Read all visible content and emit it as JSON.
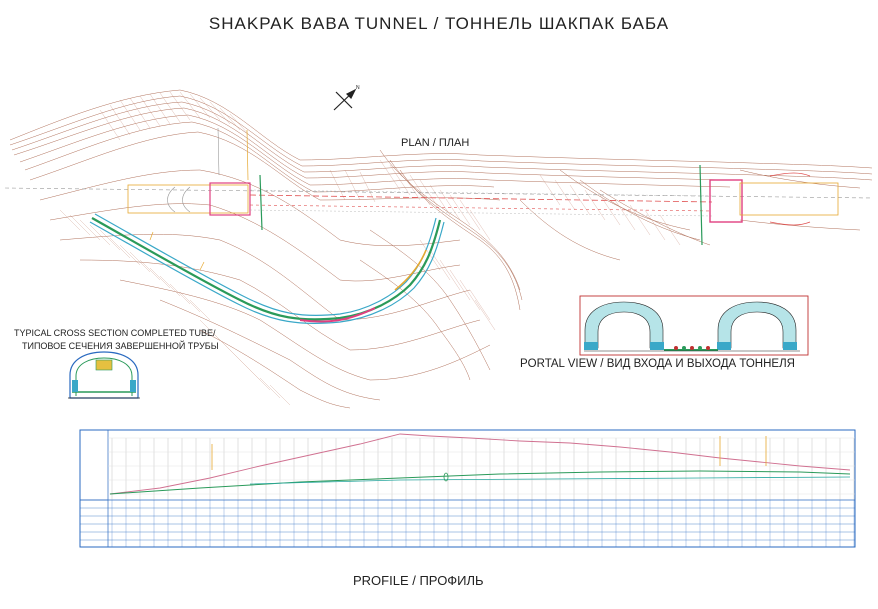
{
  "title": "SHAKPAK BABA TUNNEL / ТОННЕЛЬ ШАКПАК БАБА",
  "plan": {
    "label": "PLAN / ПЛАН"
  },
  "cross_section": {
    "label_line1": "TYPICAL CROSS SECTION COMPLETED TUBE/",
    "label_line2": "ТИПОВОЕ СЕЧЕНИЯ ЗАВЕРШЕННОЙ ТРУБЫ"
  },
  "portal": {
    "label": "PORTAL VIEW / ВИД ВХОДА И ВЫХОДА ТОННЕЛЯ"
  },
  "profile": {
    "label": "PROFILE / ПРОФИЛЬ"
  },
  "colors": {
    "terrain": "#b0705a",
    "tunnel_axis": "#e05050",
    "tube": "#3aa8c8",
    "road": "#2a9a5a",
    "frame": "#c03030",
    "grid": "#2a6ac0",
    "profile_line": "#d07090"
  },
  "icons": [
    "north-arrow-icon"
  ]
}
